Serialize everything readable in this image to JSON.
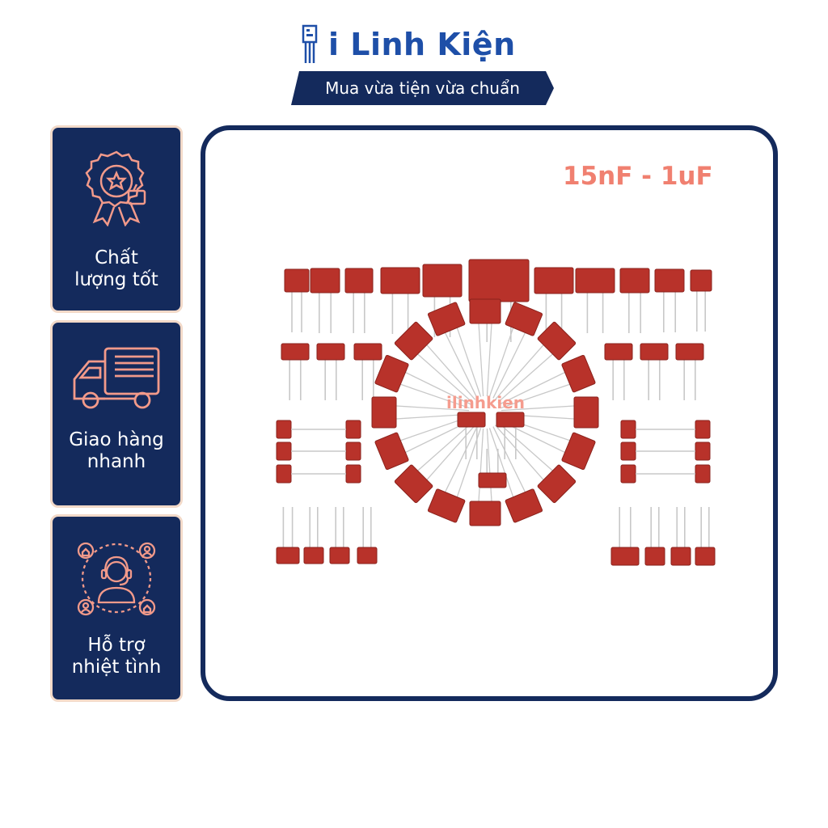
{
  "brand": {
    "name": "i Linh Kiện",
    "tagline": "Mua vừa tiện vừa chuẩn",
    "color": "#1e4fa8",
    "logo_icon": "chip-icon"
  },
  "features": [
    {
      "label_line1": "Chất",
      "label_line2": "lượng tốt",
      "icon": "award-badge-icon"
    },
    {
      "label_line1": "Giao hàng",
      "label_line2": "nhanh",
      "icon": "delivery-truck-icon"
    },
    {
      "label_line1": "Hỗ trợ",
      "label_line2": "nhiệt tình",
      "icon": "support-agent-icon"
    }
  ],
  "product": {
    "range": "15nF - 1uF",
    "watermark": "ilinhkien",
    "image": "capacitor-assortment",
    "accent": "#f08070"
  },
  "colors": {
    "navy": "#142a5c",
    "card_border": "#f2d9c8",
    "capacitor": "#b8322a"
  }
}
